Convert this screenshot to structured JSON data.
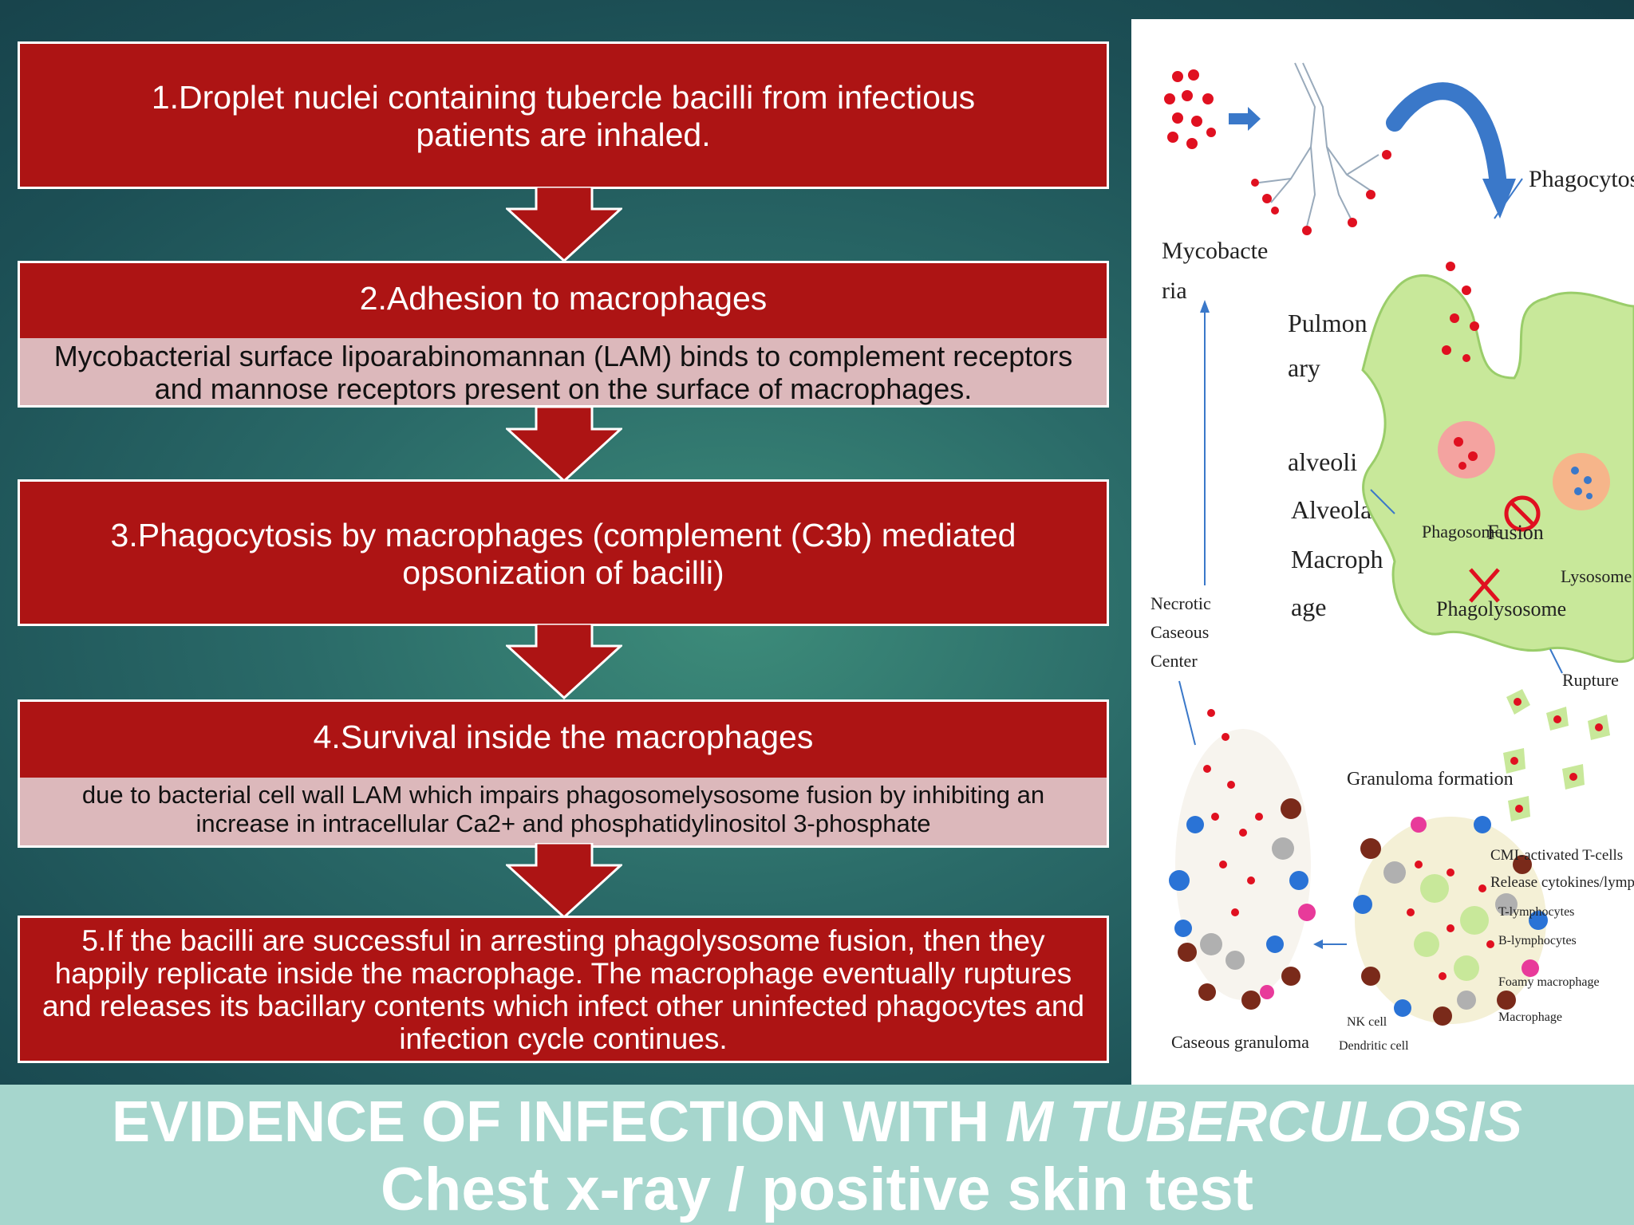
{
  "steps": [
    {
      "title": "1.Droplet nuclei containing tubercle bacilli from infectious patients are inhaled."
    },
    {
      "title": "2.Adhesion to macrophages",
      "detail": "Mycobacterial surface lipoarabinomannan (LAM) binds to complement receptors and mannose receptors present on the surface of macrophages."
    },
    {
      "title": "3.Phagocytosis by macrophages (complement (C3b) mediated opsonization of bacilli)"
    },
    {
      "title": "4.Survival inside the macrophages",
      "detail": "due to bacterial cell wall LAM which impairs phagosomelysosome fusion by inhibiting an increase in intracellular Ca2+ and phosphatidylinositol 3-phosphate"
    },
    {
      "title": "5.If the bacilli are successful in arresting phagolysosome fusion, then they happily replicate inside the macrophage. The macrophage eventually ruptures and releases its bacillary contents which infect other uninfected phagocytes and infection cycle continues."
    }
  ],
  "figure": {
    "mycobacteria": [
      "Mycobacte",
      "ria"
    ],
    "pulmonary_alveoli": [
      "Pulmon",
      "ary",
      "alveoli"
    ],
    "alveolar_macrophage": [
      "Alveolar",
      "Macroph",
      "age"
    ],
    "phagocytosis": "Phagocytosis",
    "phagosome": "Phagosome",
    "fusion": "Fusion",
    "lysosome": "Lysosome",
    "phagolysosome": "Phagolysosome",
    "rupture": "Rupture",
    "necrotic": [
      "Necrotic",
      "Caseous",
      "Center"
    ],
    "granuloma_formation": "Granuloma formation",
    "cmi_tcells": "CMI-activated T-cells",
    "release_cytokines": "Release cytokines/lymphokines",
    "t_lymphocytes": "T-lymphocytes",
    "b_lymphocytes": "B-lymphocytes",
    "foamy_macrophage": "Foamy macrophage",
    "macrophage": "Macrophage",
    "nk_cell": "NK cell",
    "dendritic_cell": "Dendritic cell",
    "caseous_granuloma": "Caseous granuloma"
  },
  "banner": {
    "line1_plain": "EVIDENCE OF INFECTION WITH ",
    "line1_italic": "M TUBERCULOSIS",
    "line2": "Chest x-ray  / positive skin test"
  },
  "colors": {
    "step_red": "#ad1414",
    "detail_pink": "#dcb8bb",
    "banner_teal": "#a6d6cd",
    "macrophage_green": "#c8e89a"
  }
}
